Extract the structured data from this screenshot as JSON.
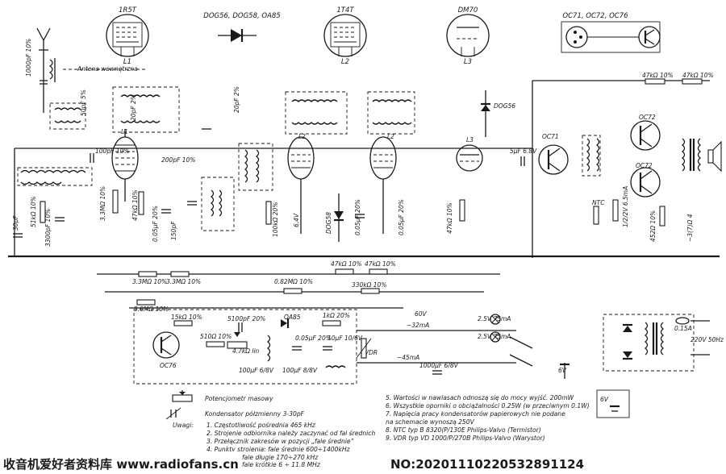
{
  "tubes": {
    "t1": {
      "type": "1R5T",
      "ref": "L1"
    },
    "t2": {
      "type": "1T4T",
      "ref": "L2"
    },
    "t3": {
      "type": "DM70",
      "ref": "L3"
    }
  },
  "header": {
    "diodes": "DOG56, DOG58, OA85",
    "transistors": "OC71, OC72, OC76"
  },
  "antenna": {
    "cap": "1000pF 10%",
    "internal": "Antena wewnętrzna"
  },
  "labels": {
    "c_30pF": "30pF",
    "c_50pF5": "50pF 5%",
    "c_100pF10": "100pF 10%",
    "r_33M10": "3.3MΩ 10%",
    "r_51k10": "51kΩ 10%",
    "c_3300pF": "3300pF 10%",
    "r_47k10": "47kΩ 10%",
    "c_200pF10": "200pF 10%",
    "c_150pF": "150pF",
    "r_100k": "100kΩ 20%",
    "c_005uF": "0.05µF 20%",
    "c_20pF": "20pF 2%",
    "v_6v": "6.4V",
    "dog58": "DOG58",
    "dog56": "DOG56",
    "c_5uF": "5µF 6.8V",
    "oc71": "OC71",
    "oc72a": "OC72",
    "oc72b": "OC72",
    "r_47ohm_a": "47kΩ 10%",
    "r_47ohm_b": "47kΩ 10%",
    "ntc": "NTC",
    "r_452": "452Ω 10%",
    "r_27": "~3(7)Ω 4",
    "r_33M_b": "3.3MΩ 10%",
    "r_33M_c": "3.3MΩ 10%",
    "r_56M": "5.6MΩ 10%",
    "r_082M": "0.82MΩ 10%",
    "r_47k_d": "47kΩ 10%",
    "r_47k_e": "47kΩ 10%",
    "r_330k": "330kΩ 10%",
    "r_15k": "15kΩ 10%",
    "oa85": "OA85",
    "r_1k": "1kΩ 20%",
    "c_5100": "5100pF 20%",
    "r_510": "510Ω 10%",
    "r_47lin": "4.7kΩ lin",
    "c_005b": "0.05µF 20%",
    "c_10uF": "10µF 10/6V",
    "oc76": "OC76",
    "vdr": "VDR",
    "c_100uF": "100µF 6/8V",
    "c_100uF_b": "100µF 8/8V",
    "c_1000uF": "1000µF 6/8V",
    "v60": "60V",
    "ma32": "~32mA",
    "ma45": "~45mA",
    "lamp1": "2.5V 75mA",
    "lamp2": "2.5V 75mA",
    "v6": "6V",
    "v6b": "6V",
    "fuse": "0.15A",
    "mains": "220V 50Hz",
    "tr_bias": "1/2/2V 6.5mA"
  },
  "legend": {
    "pot": "Potencjometr masowy",
    "trimmer": "Kondensator półzmienny 3-30pF"
  },
  "notes_left": {
    "title": "Uwagi:",
    "items": [
      "1. Częstotliwość pośrednia 465 kHz",
      "2. Strojenie odbiornika należy zaczynać od fal średnich",
      "3. Przełącznik zakresów w pozycji „fale średnie”",
      "4. Punkty strojenia: fale średnie 600÷1400kHz",
      "   fale długie 170÷270 kHz",
      "   fale krótkie 6 ÷ 11.8 MHz"
    ]
  },
  "notes_right": {
    "items": [
      "5. Wartości w nawiasach odnoszą się do mocy wyjść. 200mW",
      "6. Wszystkie oporniki o obciążalności 0.25W (w przeciwnym 0.1W)",
      "7. Napięcia pracy kondensatorów papierowych nie podane",
      "   na schemacie wynoszą 250V",
      "8. NTC typ B 8320(P/130E Philips-Valvo (Termistor)",
      "9. VDR typ VD 1000/P/270B Philips-Valvo (Warystor)"
    ]
  },
  "footer": {
    "left": "收音机爱好者资料库 www.radiofans.cn",
    "right": "NO:20201110220532891124"
  }
}
